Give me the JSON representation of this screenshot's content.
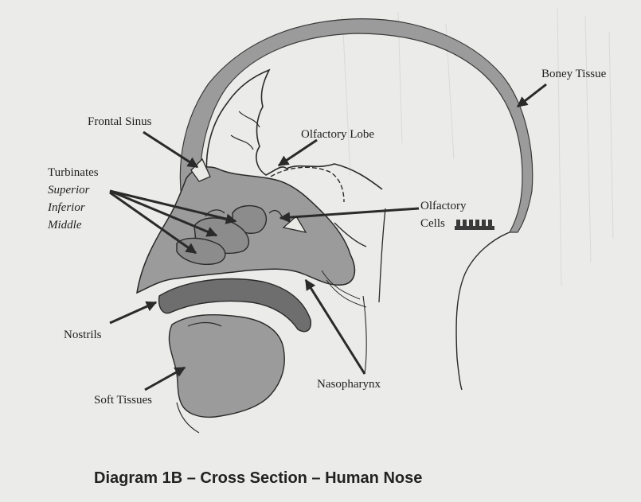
{
  "colors": {
    "background": "#ebebe9",
    "tissue": "#9b9b9b",
    "dark_tissue": "#6e6e6e",
    "line": "#2a2a2a"
  },
  "labels": {
    "boney_tissue": "Boney Tissue",
    "frontal_sinus": "Frontal Sinus",
    "olfactory_lobe": "Olfactory Lobe",
    "turbinates": "Turbinates",
    "superior": "Superior",
    "inferior": "Inferior",
    "middle": "Middle",
    "olfactory": "Olfactory",
    "cells": "Cells",
    "nostrils": "Nostrils",
    "nasopharynx": "Nasopharynx",
    "soft_tissues": "Soft Tissues"
  },
  "caption": "Diagram 1B – Cross Section – Human Nose"
}
